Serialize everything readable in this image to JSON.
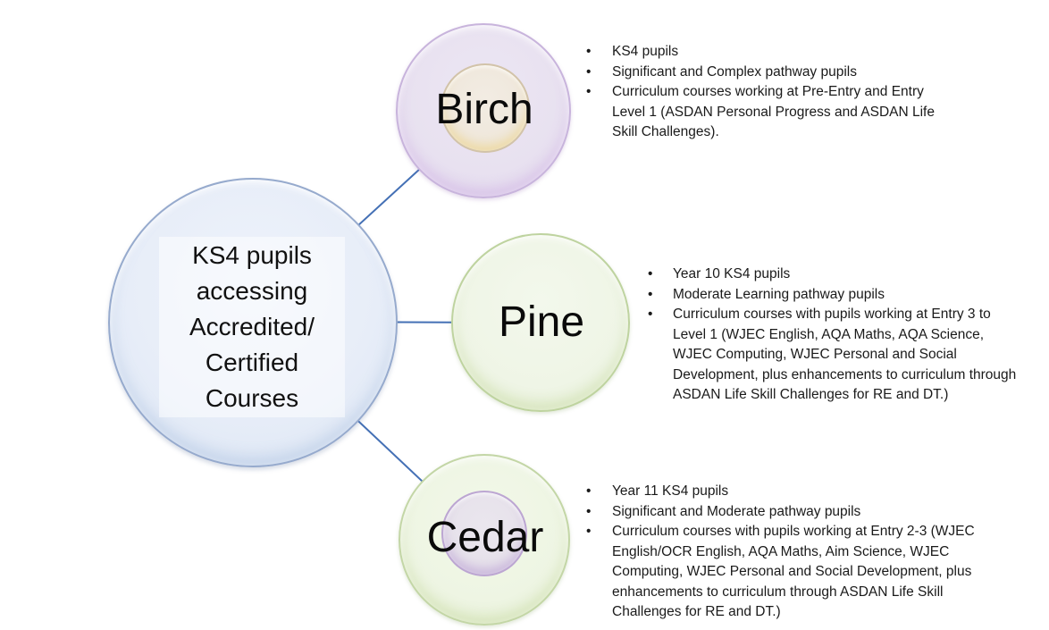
{
  "ui": {
    "bullet_char": "•"
  },
  "diagram": {
    "center_label": "KS4 pupils accessing Accredited/ Certified Courses",
    "nodes": [
      {
        "label": "Birch",
        "bullets": [
          "KS4 pupils",
          "Significant and Complex pathway pupils",
          "Curriculum courses working at Pre-Entry and Entry Level 1 (ASDAN Personal Progress and ASDAN Life Skill Challenges)."
        ]
      },
      {
        "label": "Pine",
        "bullets": [
          "Year 10 KS4 pupils",
          "Moderate Learning pathway pupils",
          "Curriculum courses with pupils working at Entry 3 to Level 1 (WJEC English, AQA Maths, AQA Science, WJEC Computing, WJEC Personal and Social Development, plus enhancements to curriculum through ASDAN Life Skill Challenges for RE and DT.)"
        ]
      },
      {
        "label": "Cedar",
        "bullets": [
          "Year 11 KS4 pupils",
          "Significant and Moderate pathway pupils",
          "Curriculum courses with pupils working at Entry 2-3 (WJEC English/OCR English, AQA Maths, Aim Science, WJEC Computing, WJEC Personal and Social Development, plus enhancements to curriculum through ASDAN Life Skill Challenges for RE and DT.)"
        ]
      }
    ],
    "colors": {
      "connector": "#4470b5",
      "center_fill": "#e7edf8",
      "birch_outer_fill": "#e8e1f0",
      "birch_inner_fill": "#efe7db",
      "pine_fill": "#eff5e6",
      "cedar_outer_fill": "#eef5e3",
      "cedar_inner_fill": "#e6e1ea",
      "text": "#1a1a1a"
    }
  }
}
